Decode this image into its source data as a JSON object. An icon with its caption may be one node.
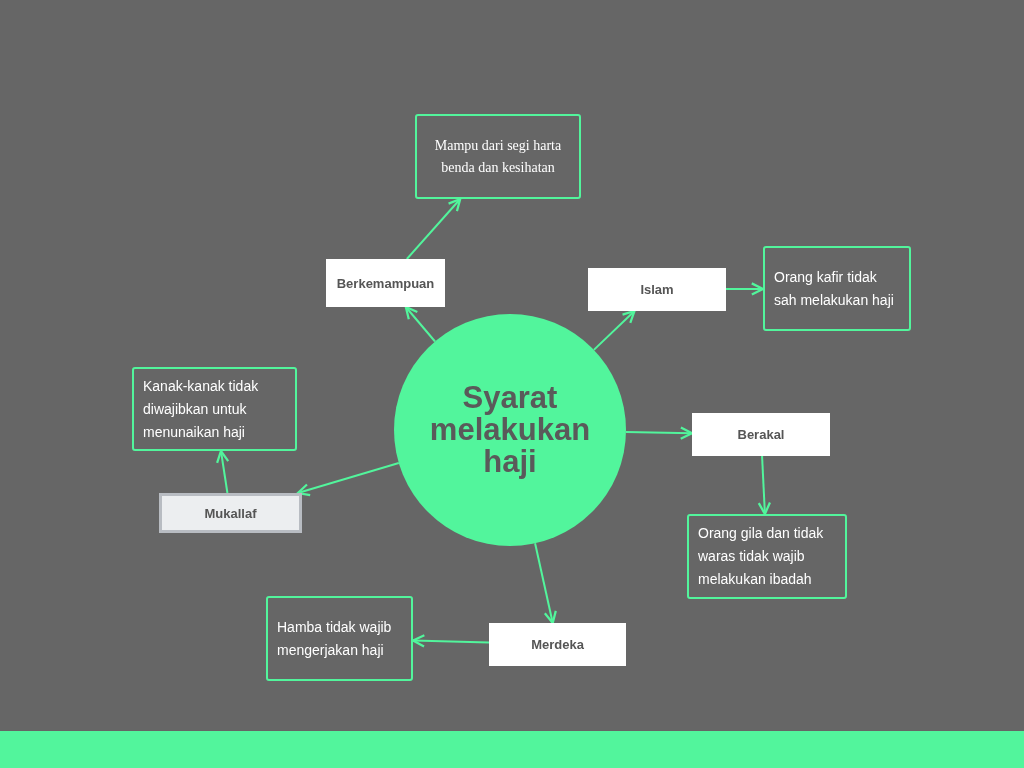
{
  "diagram": {
    "nodes": [
      {
        "text": [
          "Syarat melakukan haji"
        ]
      },
      {
        "text": [
          "Berkemampuan"
        ]
      },
      {
        "text": [
          "Mampu dari segi harta benda dan kesihatan"
        ]
      },
      {
        "text": [
          "Islam"
        ]
      },
      {
        "text": [
          "Orang kafir tidak sah melakukan haji"
        ]
      },
      {
        "text": [
          "Berakal"
        ]
      },
      {
        "text": [
          "Orang gila dan tidak waras tidak wajib melakukan ibadah"
        ]
      },
      {
        "text": [
          "Merdeka"
        ]
      },
      {
        "text": [
          "Hamba tidak wajib mengerjakan haji"
        ]
      },
      {
        "text": [
          "Mukallaf"
        ]
      },
      {
        "text": [
          "Kanak-kanak tidak diwajibkan untuk menunaikan haji"
        ]
      }
    ],
    "edges": [
      {
        "from": 0,
        "to": 1,
        "arrow": "to"
      },
      {
        "from": 1,
        "to": 2,
        "arrow": "to"
      },
      {
        "from": 0,
        "to": 3,
        "arrow": "to"
      },
      {
        "from": 3,
        "to": 4,
        "arrow": "to"
      },
      {
        "from": 0,
        "to": 5,
        "arrow": "to"
      },
      {
        "from": 5,
        "to": 6,
        "arrow": "to"
      },
      {
        "from": 0,
        "to": 7,
        "arrow": "to"
      },
      {
        "from": 7,
        "to": 8,
        "arrow": "to"
      },
      {
        "from": 0,
        "to": 9,
        "arrow": "to"
      },
      {
        "from": 9,
        "to": 10,
        "arrow": "to"
      }
    ]
  }
}
